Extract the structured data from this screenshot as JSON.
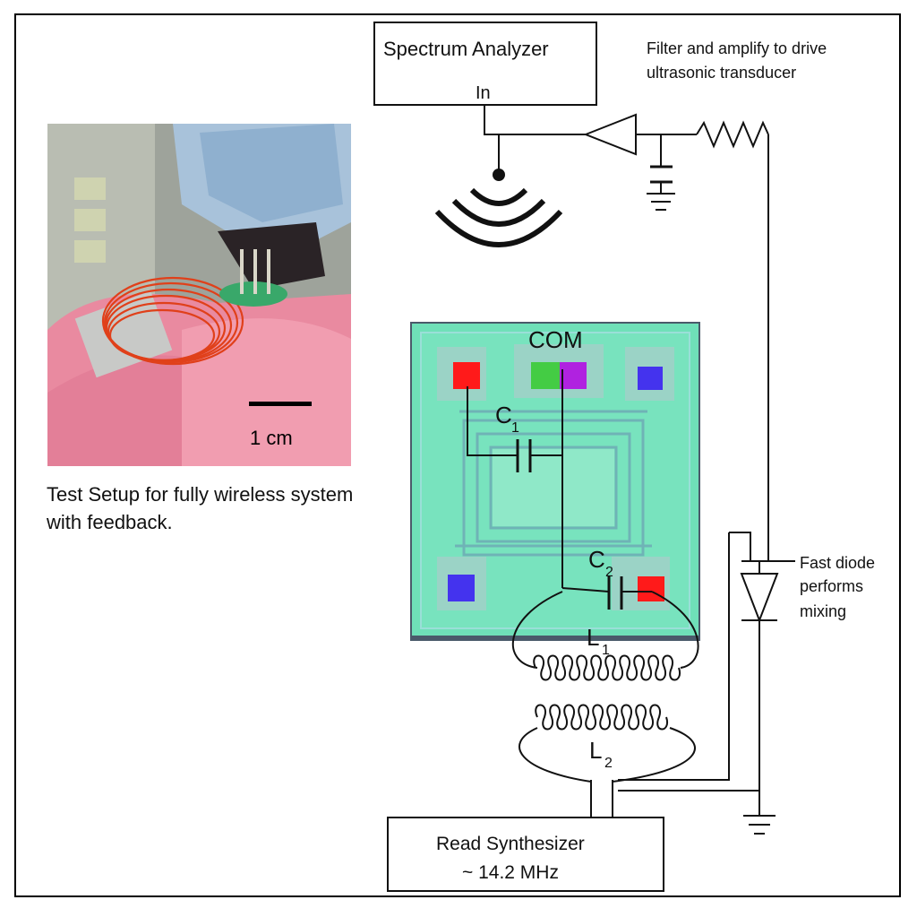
{
  "boxes": {
    "spectrum_analyzer": "Spectrum Analyzer",
    "spectrum_input": "In",
    "read_synthesizer_line1": "Read Synthesizer",
    "read_synthesizer_line2": "~ 14.2  MHz"
  },
  "annotations": {
    "filter_line1": "Filter and amplify to drive",
    "filter_line2": "ultrasonic transducer",
    "diode_line1": "Fast diode",
    "diode_line2": "performs",
    "diode_line3": "mixing"
  },
  "chip": {
    "com": "COM",
    "c1": "C",
    "c1_sub": "1",
    "c2": "C",
    "c2_sub": "2"
  },
  "inductors": {
    "l1": "L",
    "l1_sub": "1",
    "l2": "L",
    "l2_sub": "2"
  },
  "photo": {
    "scale_label": "1 cm",
    "caption": "Test Setup for fully wireless system with feedback."
  },
  "colors": {
    "chip_fill": "#6fe0b8",
    "pad_red": "#ff1a1a",
    "pad_green": "#44cc44",
    "pad_purple": "#b022e0",
    "pad_blue": "#4433ee",
    "wire_orange": "#e0401a"
  }
}
